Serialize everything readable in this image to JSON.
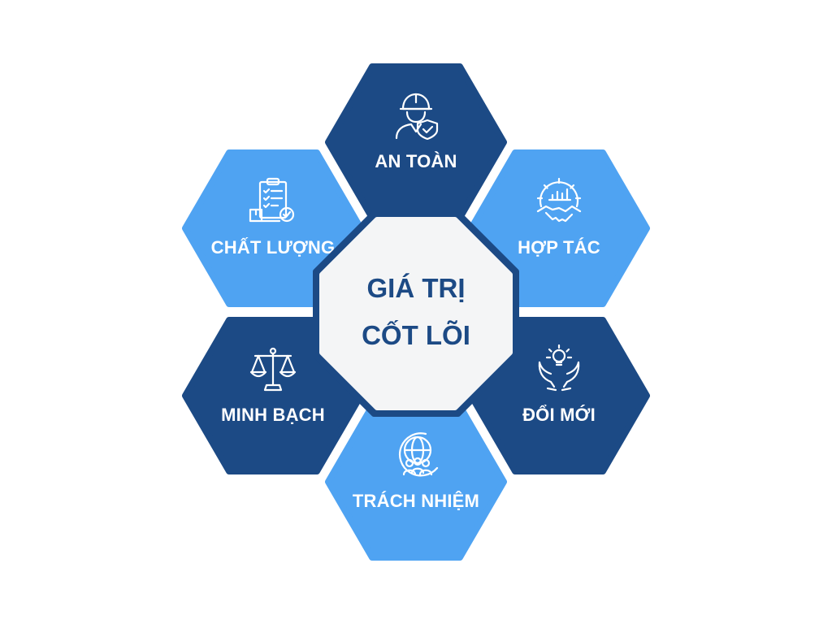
{
  "colors": {
    "dark_blue": "#1c4a85",
    "light_blue": "#4fa3f2",
    "center_fill": "#f4f5f6",
    "center_border": "#1c4a85",
    "text_on_hex": "#ffffff",
    "center_text": "#1c4a85"
  },
  "center": {
    "line1": "GIÁ TRỊ",
    "line2": "CỐT LÕI"
  },
  "values": [
    {
      "label": "AN TOÀN",
      "icon": "worker-safety-shield-icon",
      "color": "dark"
    },
    {
      "label": "HỢP TÁC",
      "icon": "gear-handshake-icon",
      "color": "light"
    },
    {
      "label": "ĐỔI MỚI",
      "icon": "lightbulb-hands-icon",
      "color": "dark"
    },
    {
      "label": "TRÁCH NHIỆM",
      "icon": "globe-people-icon",
      "color": "light"
    },
    {
      "label": "MINH BẠCH",
      "icon": "balance-scale-icon",
      "color": "dark"
    },
    {
      "label": "CHẤT LƯỢNG",
      "icon": "clipboard-checklist-icon",
      "color": "light"
    }
  ]
}
